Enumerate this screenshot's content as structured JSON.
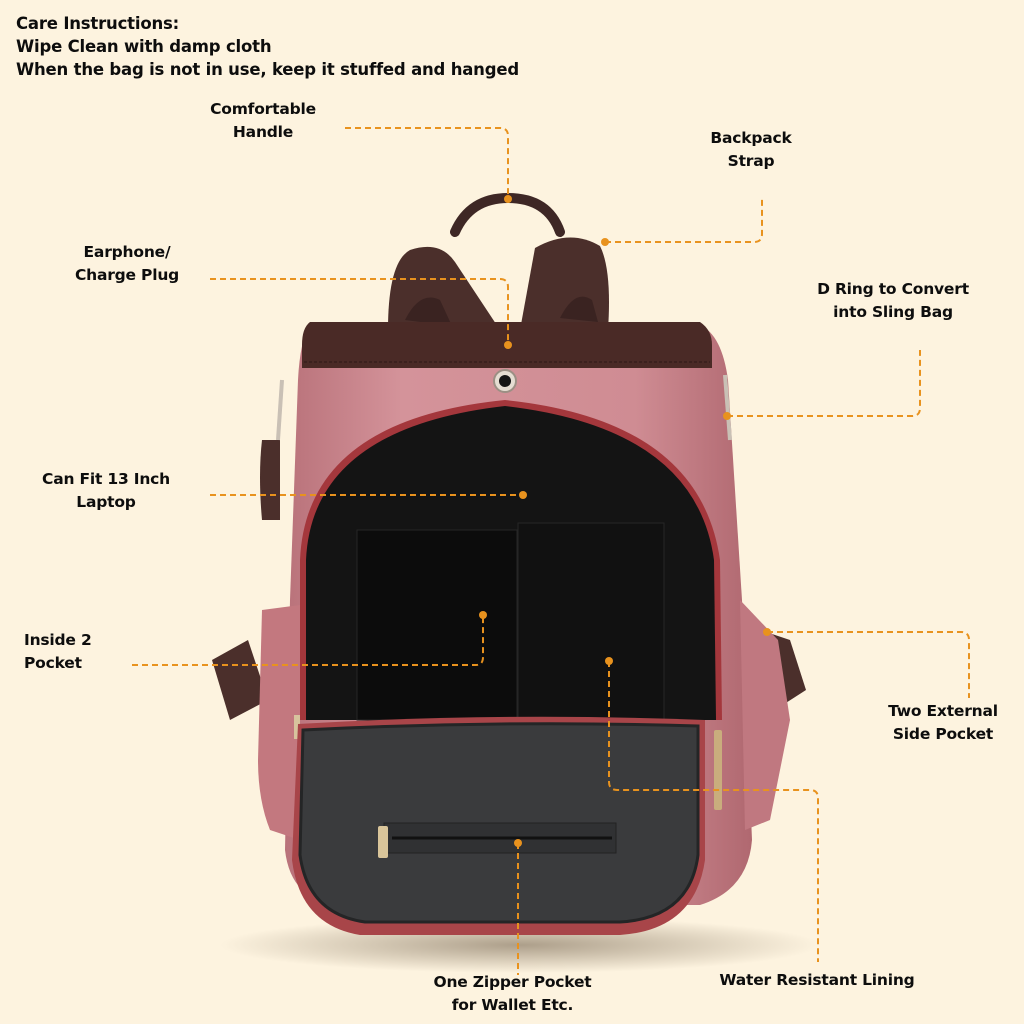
{
  "care_instructions": {
    "heading": "Care Instructions:",
    "lines": [
      "Wipe Clean with damp cloth",
      "When the bag is not in use, keep it stuffed and hanged"
    ]
  },
  "callouts": [
    {
      "id": "comfortable-handle",
      "lines": [
        "Comfortable",
        "Handle"
      ]
    },
    {
      "id": "backpack-strap",
      "lines": [
        "Backpack",
        "Strap"
      ]
    },
    {
      "id": "earphone-charge-plug",
      "lines": [
        "Earphone/",
        "Charge Plug"
      ]
    },
    {
      "id": "d-ring",
      "lines": [
        "D Ring to Convert",
        "into Sling Bag"
      ]
    },
    {
      "id": "laptop-compartment",
      "lines": [
        "Can Fit 13 Inch",
        "Laptop"
      ]
    },
    {
      "id": "inside-pockets",
      "lines": [
        "Inside 2",
        "Pocket"
      ]
    },
    {
      "id": "external-side-pocket",
      "lines": [
        "Two External",
        "Side Pocket"
      ]
    },
    {
      "id": "zipper-pocket",
      "lines": [
        "One Zipper Pocket",
        "for Wallet Etc."
      ]
    },
    {
      "id": "water-resistant-lining",
      "lines": [
        "Water Resistant Lining"
      ]
    }
  ],
  "colors": {
    "background": "#fdf3df",
    "leader_line": "#e8921e",
    "bag_body": "#c77f86",
    "bag_trim": "#4a2a26",
    "lining": "#141414",
    "flap_lining": "#3a3b3d"
  }
}
